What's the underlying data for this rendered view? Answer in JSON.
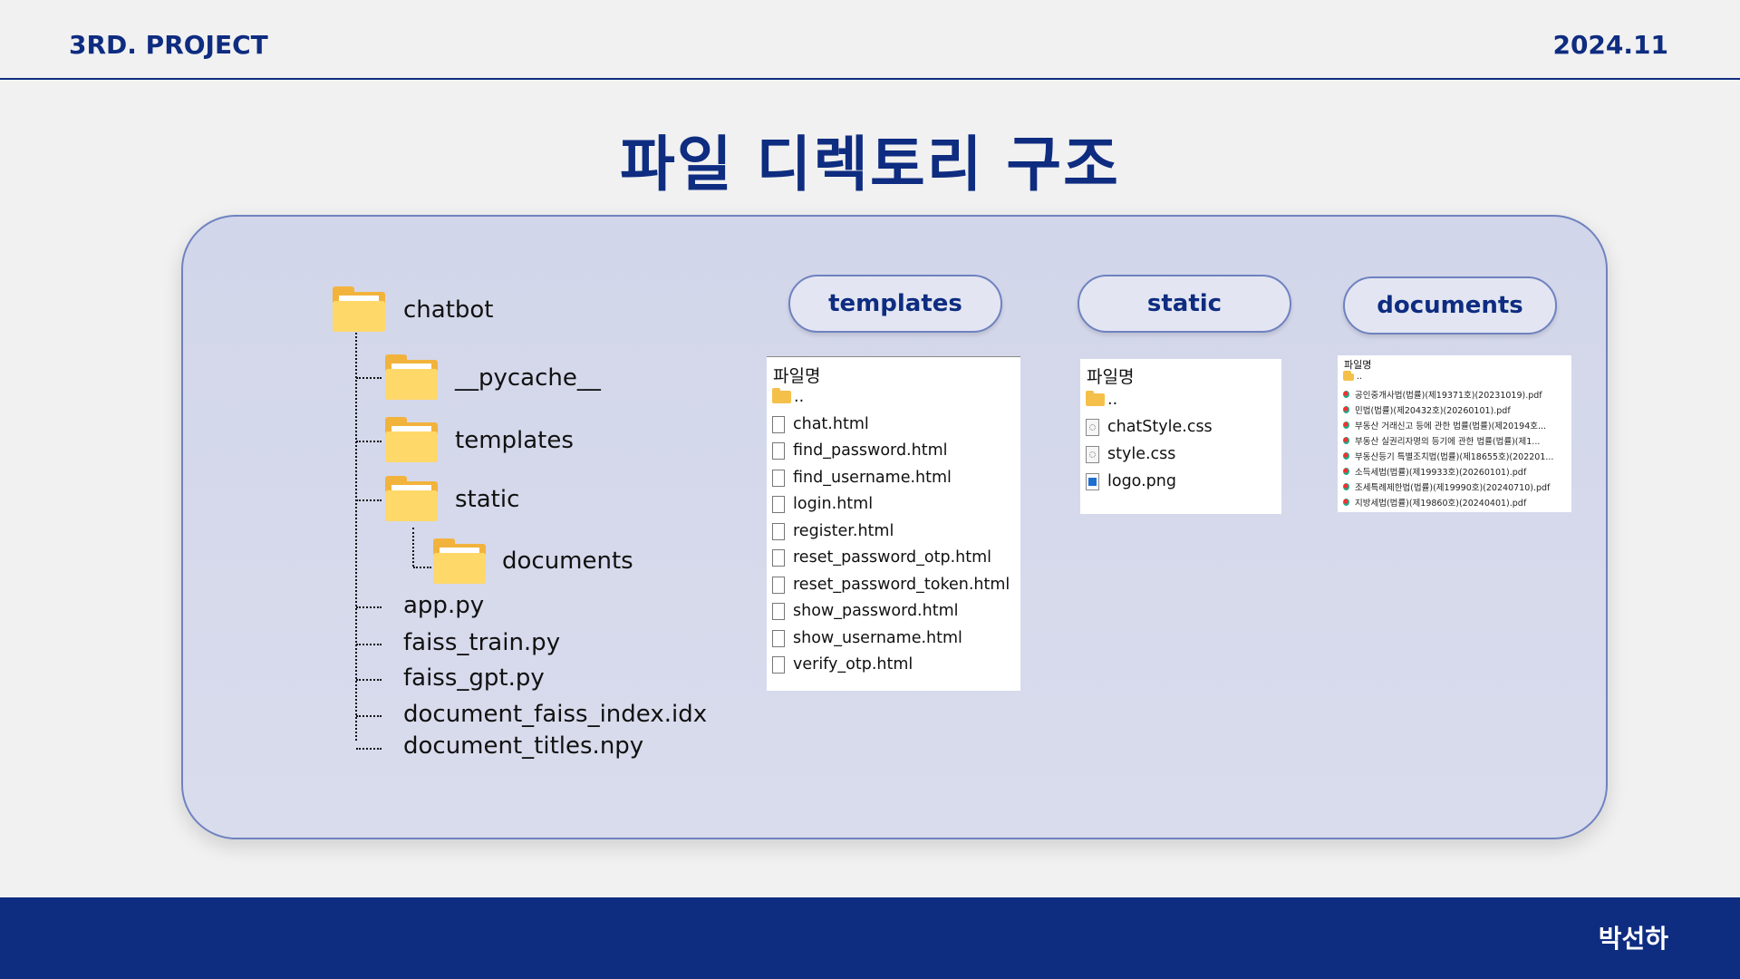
{
  "header": {
    "project": "3RD. PROJECT",
    "date": "2024.11"
  },
  "title": "파일 디렉토리 구조",
  "footer": {
    "author": "박선하"
  },
  "tree": {
    "root": "chatbot",
    "folders": [
      "__pycache__",
      "templates",
      "static"
    ],
    "subfolder": "documents",
    "files": [
      "app.py",
      "faiss_train.py",
      "faiss_gpt.py",
      "document_faiss_index.idx",
      "document_titles.npy"
    ]
  },
  "pills": {
    "templates": "templates",
    "static": "static",
    "documents": "documents"
  },
  "templates_listing": {
    "header": "파일명",
    "parent": "..",
    "files": [
      "chat.html",
      "find_password.html",
      "find_username.html",
      "login.html",
      "register.html",
      "reset_password_otp.html",
      "reset_password_token.html",
      "show_password.html",
      "show_username.html",
      "verify_otp.html"
    ]
  },
  "static_listing": {
    "header": "파일명",
    "parent": "..",
    "files": [
      "chatStyle.css",
      "style.css",
      "logo.png"
    ]
  },
  "documents_listing": {
    "header": "파일명",
    "parent": "..",
    "files": [
      "공인중개사법(법률)(제19371호)(20231019).pdf",
      "민법(법률)(제20432호)(20260101).pdf",
      "부동산 거래신고 등에 관한 법률(법률)(제20194호...",
      "부동산 실권리자명의 등기에 관한 법률(법률)(제1...",
      "부동산등기 특별조치법(법률)(제18655호)(202201...",
      "소득세법(법률)(제19933호)(20260101).pdf",
      "조세특례제한법(법률)(제19990호)(20240710).pdf",
      "지방세법(법률)(제19860호)(20240401).pdf"
    ]
  }
}
